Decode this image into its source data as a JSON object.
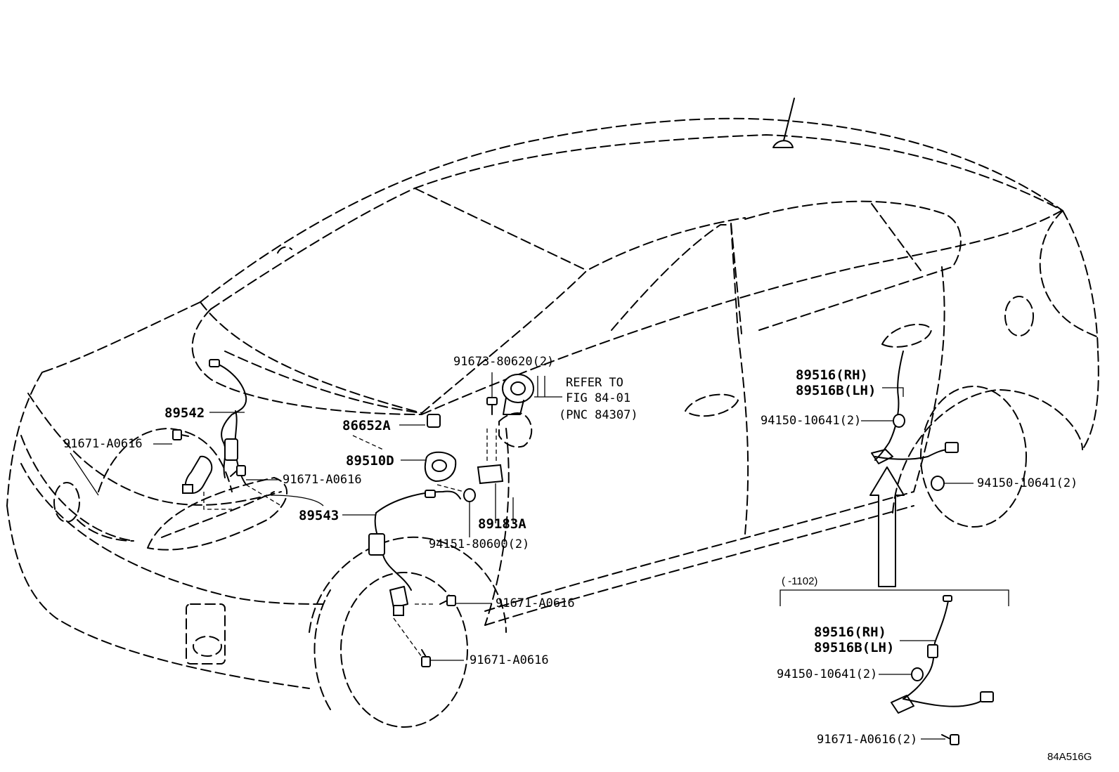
{
  "labels": {
    "p89542": "89542",
    "p91671_a": "91671-A0616",
    "p91671_b": "91671-A0616",
    "p91671_c": "91671-A0616",
    "p91671_d": "91671-A0616",
    "p86652a": "86652A",
    "p89510d": "89510D",
    "p89543": "89543",
    "p94151": "94151-80600(2)",
    "p89183a": "89183A",
    "p91673": "91673-80620(2)",
    "refer_l1": "REFER TO",
    "refer_l2": "FIG 84-01",
    "refer_l3": "(PNC 84307)",
    "p89516_rh": "89516(RH)",
    "p89516b_lh": "89516B(LH)",
    "p94150_a": "94150-10641(2)",
    "p94150_b": "94150-10641(2)",
    "inset_range": "(      -1102)",
    "inset_89516_rh": "89516(RH)",
    "inset_89516b_lh": "89516B(LH)",
    "inset_94150": "94150-10641(2)",
    "inset_91671": "91671-A0616(2)",
    "figure_code": "84A516G"
  }
}
